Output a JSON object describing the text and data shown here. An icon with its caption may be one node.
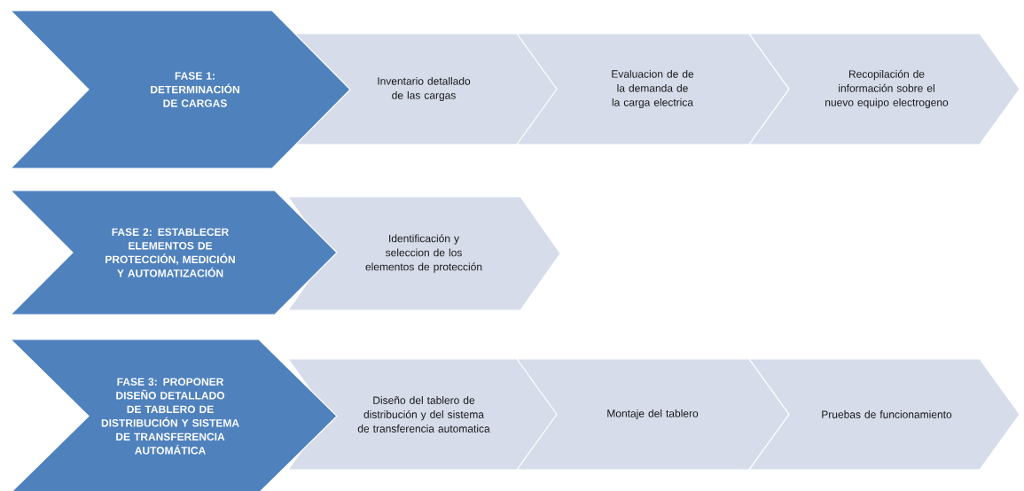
{
  "diagram": {
    "nodes": [
      {
        "text": [
          "FASE 1: DETERMINACIÓN DE CARGAS"
        ]
      },
      {
        "text": [
          "Inventario detallado de las cargas"
        ]
      },
      {
        "text": [
          "Evaluacion de de la demanda de la carga electrica"
        ]
      },
      {
        "text": [
          "Recopilación de información sobre el nuevo equipo electrogeno"
        ]
      },
      {
        "text": [
          "FASE 2: ESTABLECER ELEMENTOS DE PROTECCIÓN, MEDICIÓN Y AUTOMATIZACIÓN"
        ]
      },
      {
        "text": [
          "Identificación y seleccion de los elementos de protección"
        ]
      },
      {
        "text": [
          "FASE 3: PROPONER DISEÑO DETALLADO DE TABLERO DE DISTRIBUCIÓN Y SISTEMA DE TRANSFERENCIA AUTOMÁTICA"
        ]
      },
      {
        "text": [
          "Diseño del tablero de distribución y del sistema de transferencia automatica"
        ]
      },
      {
        "text": [
          "Montaje del tablero"
        ]
      },
      {
        "text": [
          "Pruebas de funcionamiento"
        ]
      }
    ]
  }
}
